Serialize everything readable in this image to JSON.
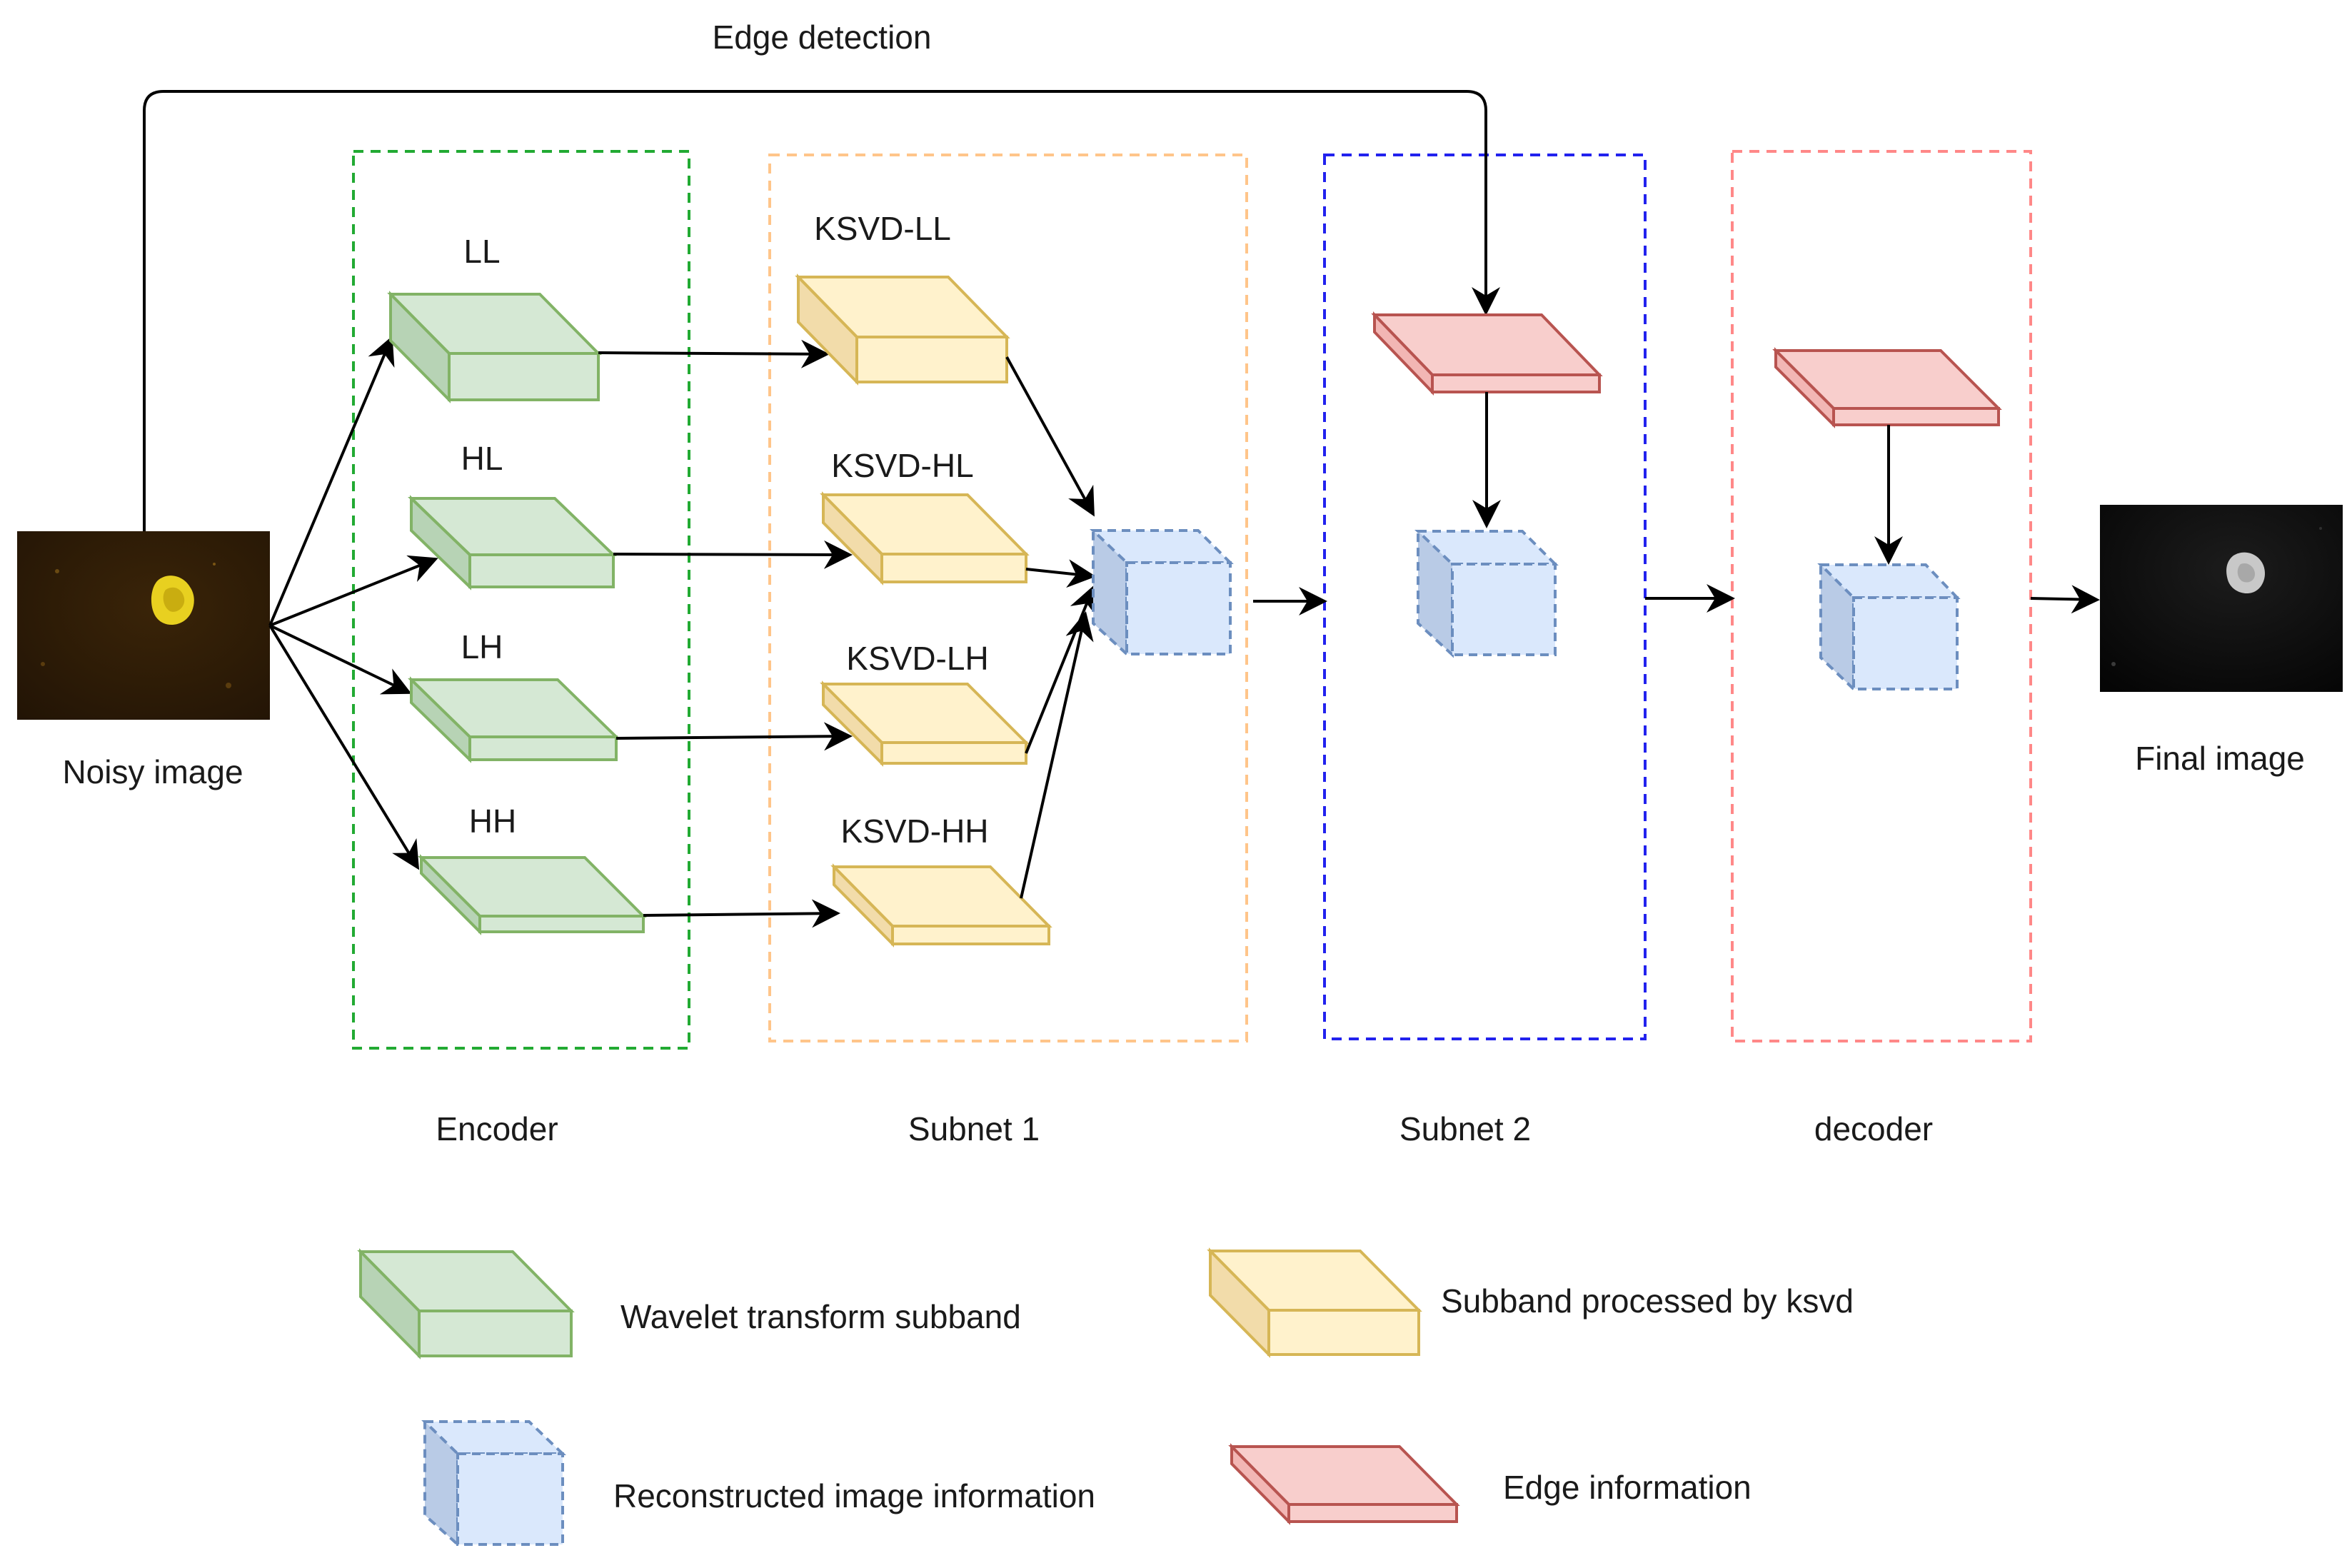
{
  "title": "Edge detection",
  "input": {
    "label": "Noisy image"
  },
  "output": {
    "label": "Final image"
  },
  "stages": {
    "encoder": "Encoder",
    "subnet1": "Subnet 1",
    "subnet2": "Subnet 2",
    "decoder": "decoder"
  },
  "encoder_subbands": [
    "LL",
    "HL",
    "LH",
    "HH"
  ],
  "ksvd_subbands": [
    "KSVD-LL",
    "KSVD-HL",
    "KSVD-LH",
    "KSVD-HH"
  ],
  "legend": {
    "wavelet": "Wavelet transform subband",
    "ksvd": "Subband processed by ksvd",
    "reconstructed": "Reconstructed image information",
    "edge": "Edge information"
  },
  "colors": {
    "green_front": "#d5e8d4",
    "green_side": "#b7d3b5",
    "green_stroke": "#82b366",
    "yellow_front": "#fff2cc",
    "yellow_side": "#f2dcaa",
    "yellow_stroke": "#d6b656",
    "red_front": "#f8cecc",
    "red_side": "#f2b6b4",
    "red_stroke": "#b85450",
    "blue_front": "#dae8fc",
    "blue_side": "#b9cbe6",
    "blue_stroke": "#6c8ebf",
    "encoder_border": "#22aa33",
    "subnet1_border": "#ffc58a",
    "subnet2_border": "#2222ee",
    "decoder_border": "#ff8888"
  }
}
